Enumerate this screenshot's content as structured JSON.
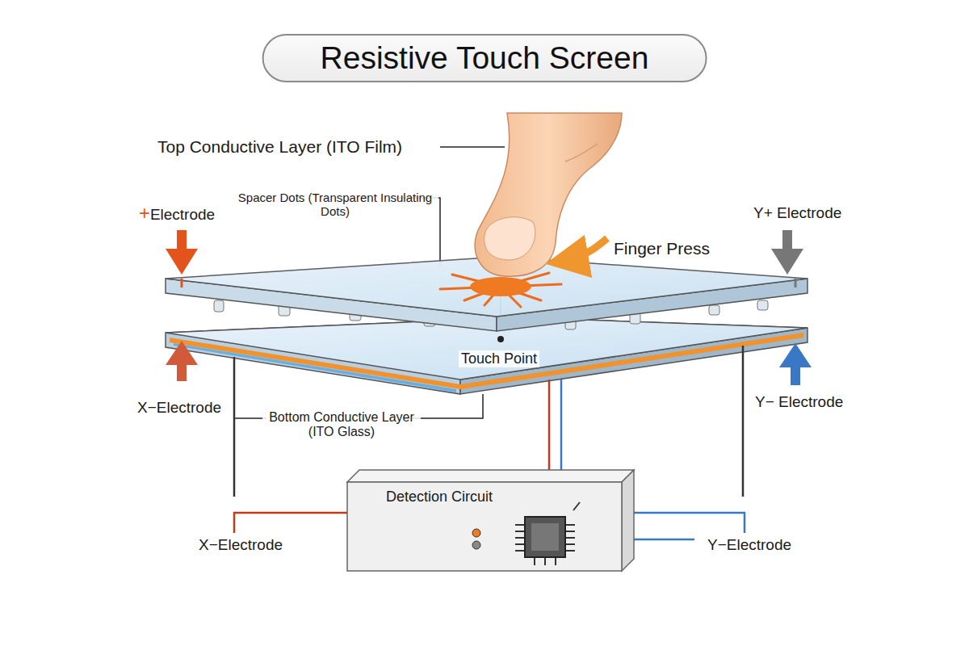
{
  "diagram": {
    "title": "Resistive Touch Screen",
    "nodes": [
      {
        "text": [
          "Detection Circuit"
        ]
      }
    ],
    "labels": [
      "Top Conductive Layer (ITO Film)",
      "Spacer Dots (Transparent Insulating Dots)",
      "+Electrode",
      "Y+ Electrode",
      "Finger Press",
      "Touch Point",
      "X−Electrode",
      "Y− Electrode",
      "Bottom Conductive Layer (ITO Glass)",
      "X−Electrode",
      "Y−Electrode"
    ]
  }
}
